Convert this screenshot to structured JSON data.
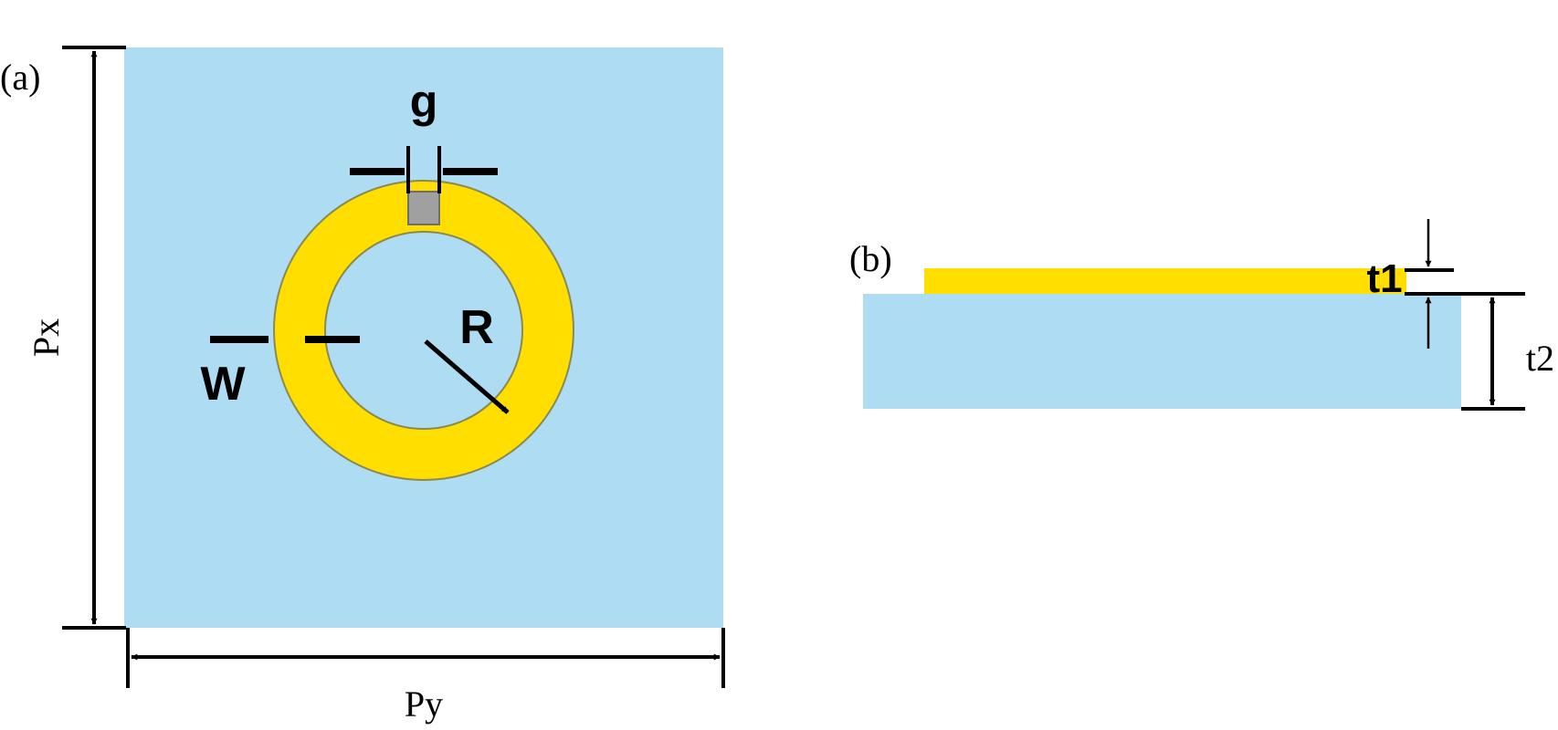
{
  "panel_a": {
    "label": "(a)",
    "dim_px": "Px",
    "dim_py": "Py",
    "dim_g": "g",
    "dim_w": "W",
    "dim_r": "R"
  },
  "panel_b": {
    "label": "(b)",
    "dim_t1": "t1",
    "dim_t2": "t2"
  },
  "colors": {
    "substrate": "#aedcf2",
    "ring": "#ffde00",
    "gap": "#a0a0a0",
    "lines": "#000000"
  }
}
